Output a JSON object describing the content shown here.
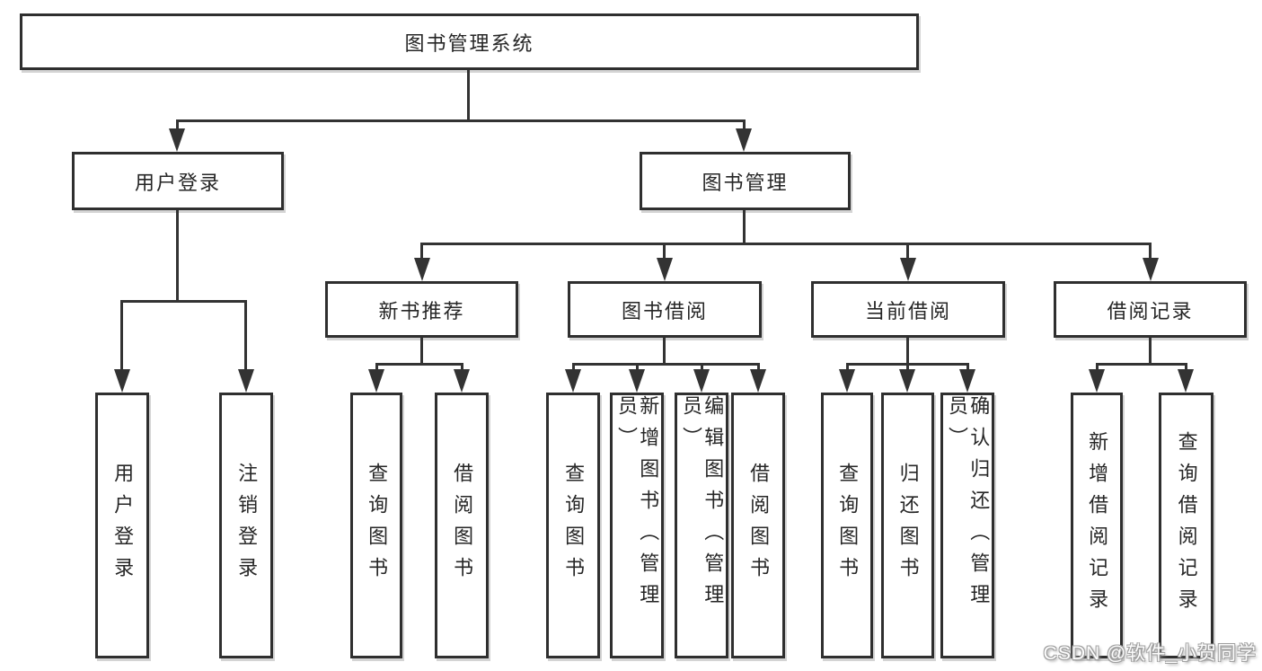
{
  "diagram": {
    "title": "图书管理系统",
    "root": {
      "label": "图书管理系统"
    },
    "branches": [
      {
        "label": "用户登录",
        "children": [
          "用户登录",
          "注销登录"
        ]
      },
      {
        "label": "图书管理",
        "groups": [
          {
            "label": "新书推荐",
            "children": [
              "查询图书",
              "借阅图书"
            ]
          },
          {
            "label": "图书借阅",
            "children": [
              "查询图书",
              "新增图书（管理员）",
              "编辑图书（管理员）",
              "借阅图书"
            ]
          },
          {
            "label": "当前借阅",
            "children": [
              "查询图书",
              "归还图书",
              "确认归还（管理员）"
            ]
          },
          {
            "label": "借阅记录",
            "children": [
              "新增借阅记录",
              "查询借阅记录"
            ]
          }
        ]
      }
    ]
  },
  "watermark": {
    "text": "CSDN @软件_小贺同学"
  },
  "colors": {
    "line": "#333333",
    "border": "#2f2f2f",
    "text": "#262626",
    "background": "#ffffff",
    "box_shadow": "#a0a0a0",
    "watermark_fill": "#fdfdfd",
    "watermark_outline": "#a0a0a0"
  }
}
